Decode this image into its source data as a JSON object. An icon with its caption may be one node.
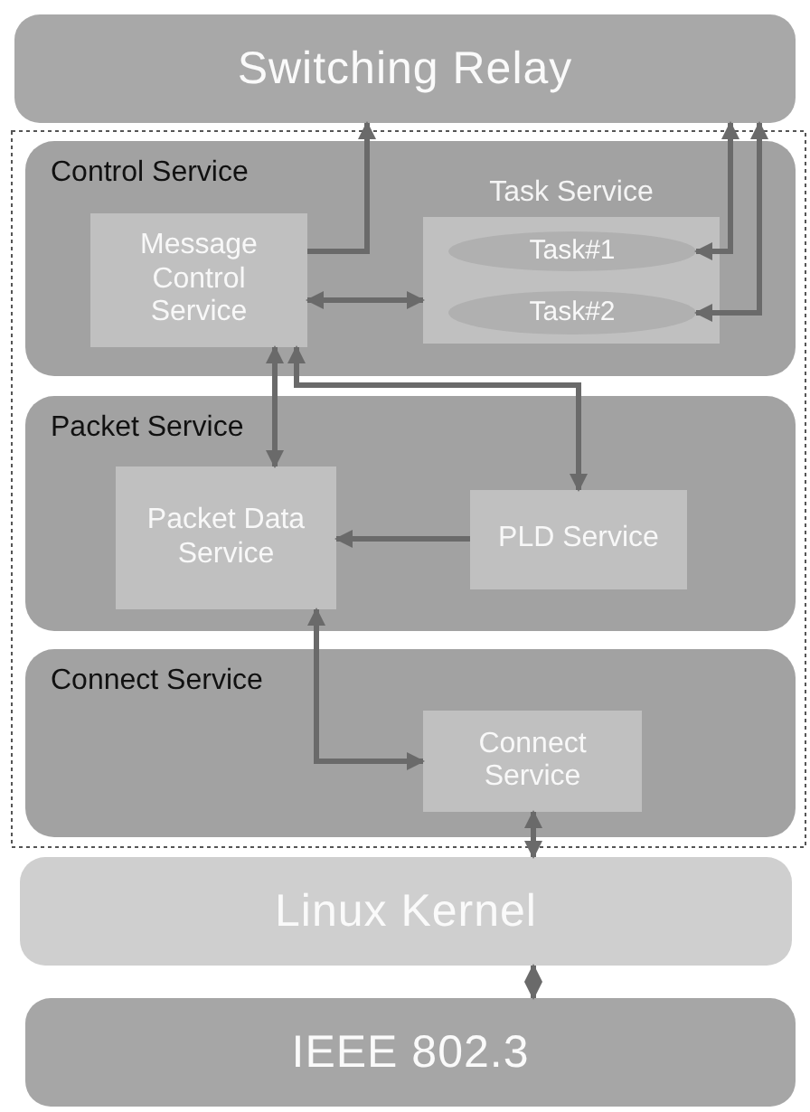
{
  "diagram": {
    "nodes": [
      {
        "text": [
          "Switching Relay"
        ]
      },
      {
        "text": [
          "Control Service"
        ]
      },
      {
        "text": [
          "Message Control Service"
        ],
        "in": 1
      },
      {
        "text": [
          "Task Service"
        ],
        "in": 1
      },
      {
        "text": [
          "Task#1"
        ],
        "in": 3
      },
      {
        "text": [
          "Task#2"
        ],
        "in": 3
      },
      {
        "text": [
          "Packet Service"
        ]
      },
      {
        "text": [
          "Packet Data Service"
        ],
        "in": 6
      },
      {
        "text": [
          "PLD Service"
        ],
        "in": 6
      },
      {
        "text": [
          "Connect Service"
        ]
      },
      {
        "text": [
          "Connect Service"
        ],
        "in": 9
      },
      {
        "text": [
          "Linux Kernel"
        ]
      },
      {
        "text": [
          "IEEE 802.3"
        ]
      }
    ],
    "edges": [
      {
        "from": 2,
        "to": 0,
        "arrow": "to"
      },
      {
        "from": 4,
        "to": 0,
        "arrow": "both"
      },
      {
        "from": 5,
        "to": 0,
        "arrow": "both"
      },
      {
        "from": 2,
        "to": 3,
        "arrow": "both"
      },
      {
        "from": 7,
        "to": 2,
        "arrow": "both"
      },
      {
        "from": 2,
        "to": 8,
        "arrow": "both"
      },
      {
        "from": 8,
        "to": 7,
        "arrow": "to"
      },
      {
        "from": 7,
        "to": 10,
        "arrow": "both"
      },
      {
        "from": 10,
        "to": 11,
        "arrow": "both"
      },
      {
        "from": 11,
        "to": 12,
        "arrow": "both"
      }
    ]
  }
}
